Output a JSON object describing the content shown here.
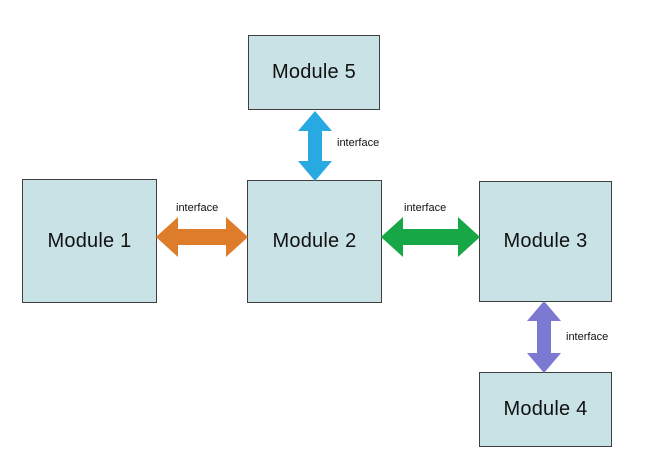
{
  "background": "#ffffff",
  "modules": [
    {
      "id": "module-1",
      "label": "Module 1"
    },
    {
      "id": "module-2",
      "label": "Module 2"
    },
    {
      "id": "module-3",
      "label": "Module 3"
    },
    {
      "id": "module-4",
      "label": "Module 4"
    },
    {
      "id": "module-5",
      "label": "Module 5"
    }
  ],
  "module_style": {
    "fill": "#c9e2e5",
    "border": "#3f3f3f",
    "text_color": "#111111"
  },
  "interfaces": [
    {
      "label": "interface",
      "color": "#dd7d2c",
      "orientation": "horizontal",
      "from": "Module 1",
      "to": "Module 2"
    },
    {
      "label": "interface",
      "color": "#17a746",
      "orientation": "horizontal",
      "from": "Module 2",
      "to": "Module 3"
    },
    {
      "label": "interface",
      "color": "#29a9e1",
      "orientation": "vertical",
      "from": "Module 5",
      "to": "Module 2"
    },
    {
      "label": "interface",
      "color": "#7c79d2",
      "orientation": "vertical",
      "from": "Module 3",
      "to": "Module 4"
    }
  ]
}
